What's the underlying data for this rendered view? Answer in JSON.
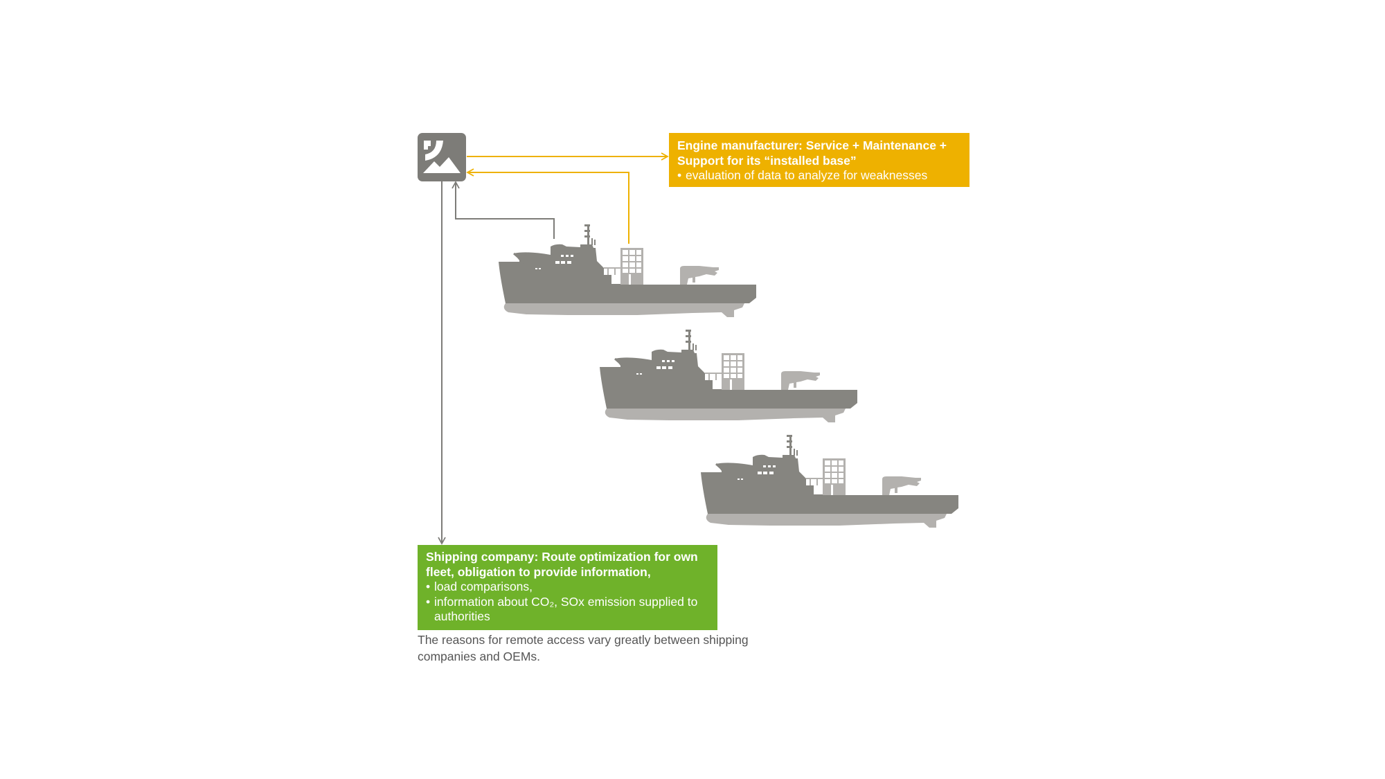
{
  "diagram": {
    "colors": {
      "engine_manufacturer": "#EEB100",
      "shipping_company": "#6FB22A",
      "ship_hull": "#868580",
      "ship_underwater": "#B3B1AE",
      "connector_gray": "#7D7C78",
      "caption_text": "#555555"
    },
    "cloud_icon": {
      "name": "remote-data-image-icon"
    },
    "engine_manufacturer": {
      "title_line1": "Engine manufacturer: Service + Maintenance +",
      "title_line2": "Support for its “installed base”",
      "bullets": [
        "evaluation of data to analyze for weaknesses"
      ]
    },
    "shipping_company": {
      "title_line1": "Shipping company: Route optimization for own",
      "title_line2": "fleet, obligation to provide information,",
      "bullets": [
        "load comparisons,",
        "information about CO₂, SOx emission supplied to",
        "authorities"
      ]
    },
    "ships": [
      {
        "label": "ship-1"
      },
      {
        "label": "ship-2"
      },
      {
        "label": "ship-3"
      }
    ],
    "caption": {
      "line1": "The reasons for remote access vary greatly between shipping",
      "line2": "companies and OEMs."
    },
    "bullet_char": "•"
  }
}
